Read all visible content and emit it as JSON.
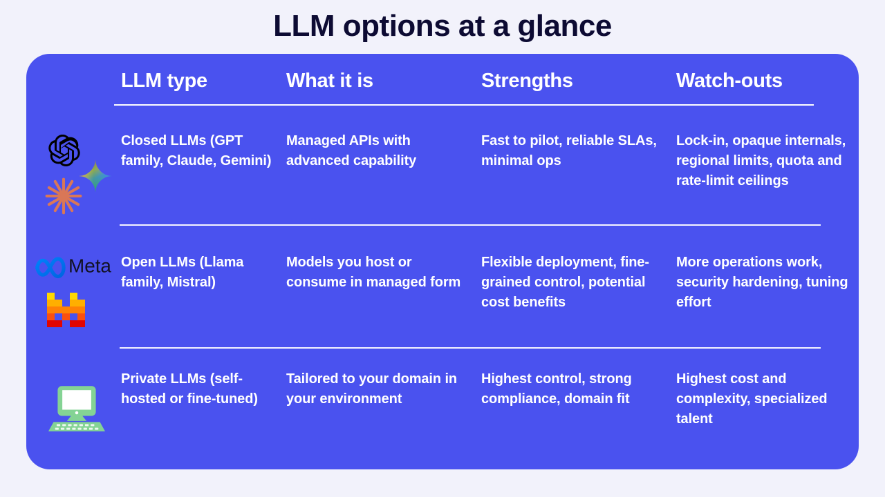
{
  "title": "LLM options at a glance",
  "theme": {
    "background": "#f2f2fb",
    "card": "#4a52ef",
    "title_color": "#0d0b33",
    "text_color": "#ffffff",
    "rule_color": "#ffffff"
  },
  "table": {
    "headers": [
      {
        "key": "icons",
        "label": ""
      },
      {
        "key": "type",
        "label": "LLM type"
      },
      {
        "key": "what",
        "label": "What it is"
      },
      {
        "key": "strengths",
        "label": "Strengths"
      },
      {
        "key": "watchouts",
        "label": "Watch-outs"
      }
    ],
    "rows": [
      {
        "icons": [
          "openai-icon",
          "gemini-icon",
          "claude-icon"
        ],
        "type": "Closed LLMs (GPT family, Claude, Gemini)",
        "what": "Managed APIs with advanced capability",
        "strengths": "Fast to pilot, reliable SLAs, minimal ops",
        "watchouts": "Lock-in, opaque internals, regional limits, quota and rate-limit ceilings"
      },
      {
        "icons": [
          "meta-icon",
          "mistral-icon"
        ],
        "type": "Open LLMs (Llama family, Mistral)",
        "what": "Models you host or consume in managed form",
        "strengths": "Flexible deployment, fine-grained control, potential cost benefits",
        "watchouts": "More operations work, security hardening, tuning effort"
      },
      {
        "icons": [
          "computer-icon"
        ],
        "type": "Private LLMs (self-hosted or fine-tuned)",
        "what": "Tailored to your domain in your environment",
        "strengths": "Highest control, strong compliance, domain fit",
        "watchouts": "Highest cost and complexity, specialized talent"
      }
    ]
  },
  "icon_labels": {
    "openai": "openai-logo",
    "gemini": "gemini-sparkle-logo",
    "claude": "claude-starburst-logo",
    "meta": "meta-logo",
    "mistral": "mistral-logo",
    "computer": "desktop-computer-icon"
  }
}
